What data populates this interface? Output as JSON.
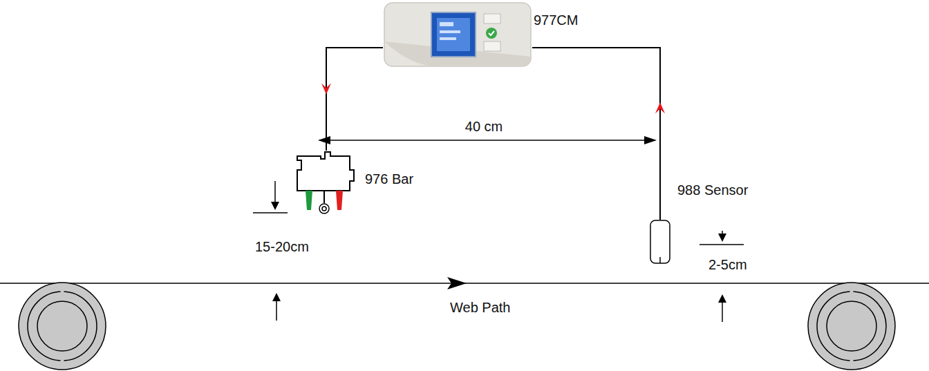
{
  "diagram": {
    "nodes": [
      {
        "text": [
          "977CM"
        ]
      },
      {
        "text": [
          "976 Bar"
        ]
      },
      {
        "text": [
          "988 Sensor"
        ]
      }
    ],
    "edges": [
      {
        "from": 2,
        "to": 0,
        "arrow": "to"
      },
      {
        "from": 0,
        "to": 1,
        "arrow": "to"
      }
    ],
    "labels": [
      "40 cm",
      "15-20cm",
      "2-5cm",
      "Web Path"
    ]
  }
}
